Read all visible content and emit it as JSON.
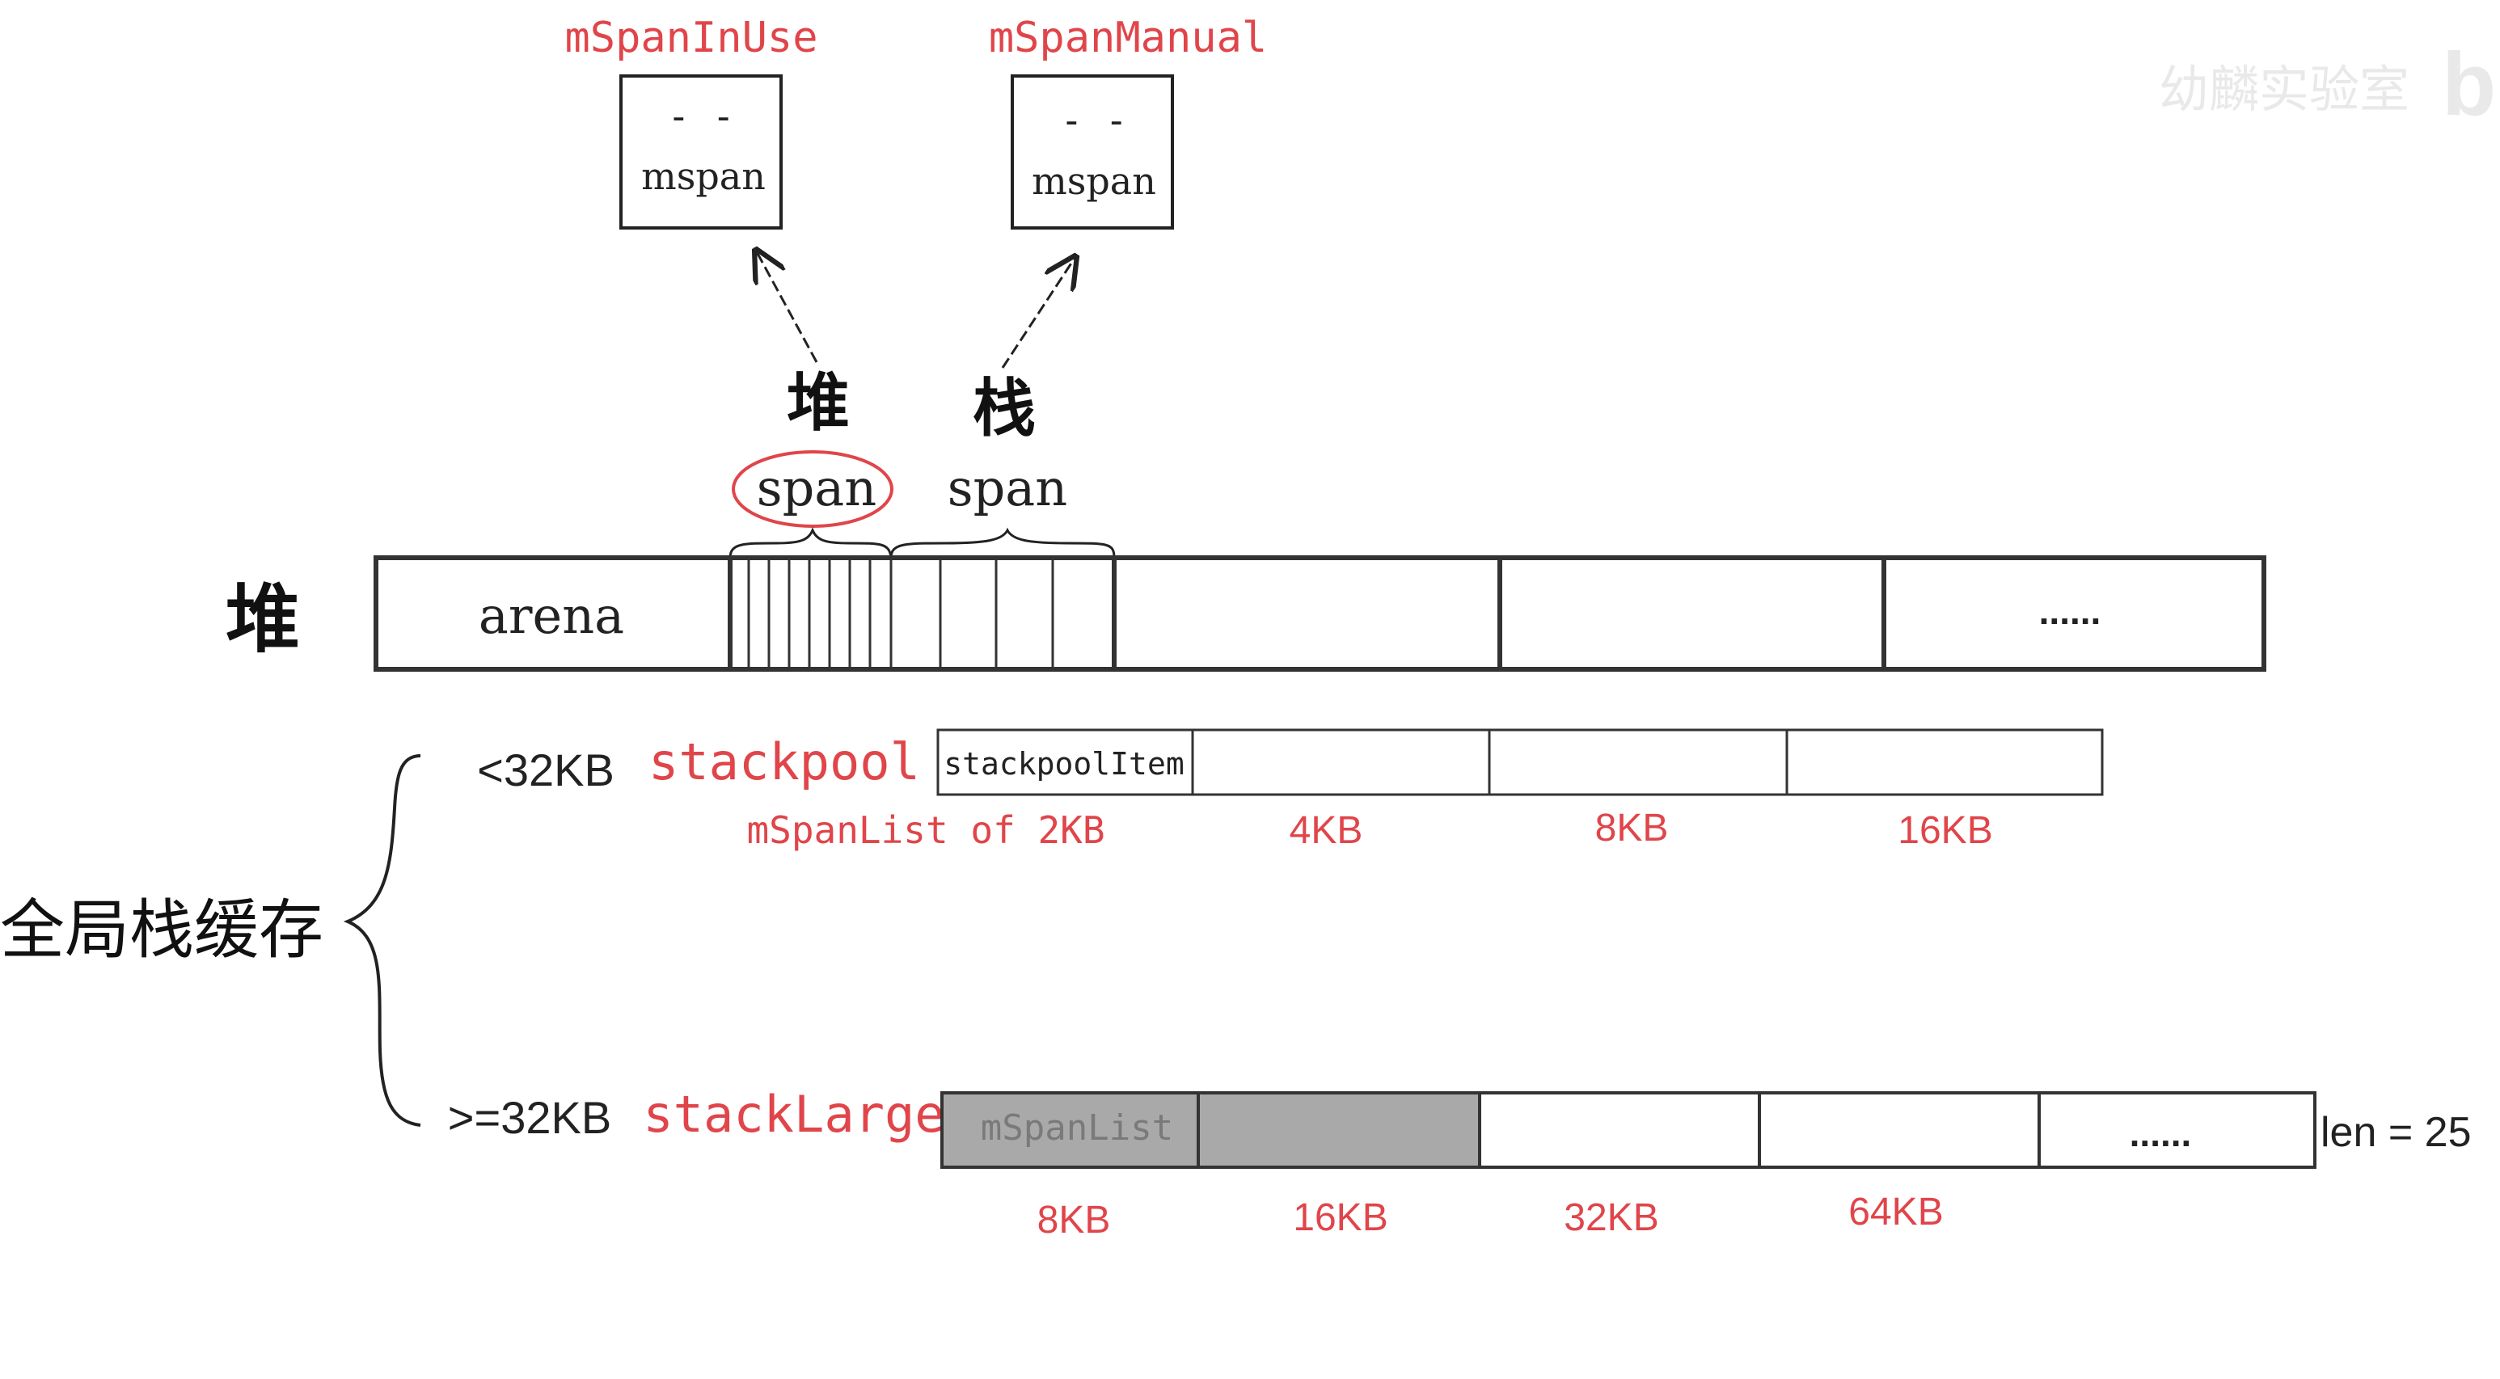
{
  "watermark": {
    "text": "幼麟实验室",
    "logo": "b"
  },
  "top_boxes": [
    {
      "title": "mSpanInUse",
      "marks": "- -",
      "label": "mspan"
    },
    {
      "title": "mSpanManual",
      "marks": "- -",
      "label": "mspan"
    }
  ],
  "span_labels": [
    {
      "kind": "堆",
      "word": "span",
      "circled": true
    },
    {
      "kind": "栈",
      "word": "span",
      "circled": false
    }
  ],
  "heap": {
    "label": "堆",
    "arena_label": "arena",
    "ellipsis": "......"
  },
  "global_stack_cache": {
    "label": "全局栈缓存",
    "small": {
      "size_label": "<32KB",
      "name": "stackpool",
      "first_cell": "stackpoolItem",
      "cell_labels": [
        "mSpanList of 2KB",
        "4KB",
        "8KB",
        "16KB"
      ]
    },
    "large": {
      "size_label": ">=32KB",
      "name": "stackLarge",
      "first_cell": "mSpanList",
      "ellipsis": "......",
      "cell_labels": [
        "8KB",
        "16KB",
        "32KB",
        "64KB"
      ],
      "len_label": "len = 25"
    }
  },
  "colors": {
    "accent_red": "#e0454a",
    "ink": "#222222",
    "shade": "#a9a9a9"
  }
}
